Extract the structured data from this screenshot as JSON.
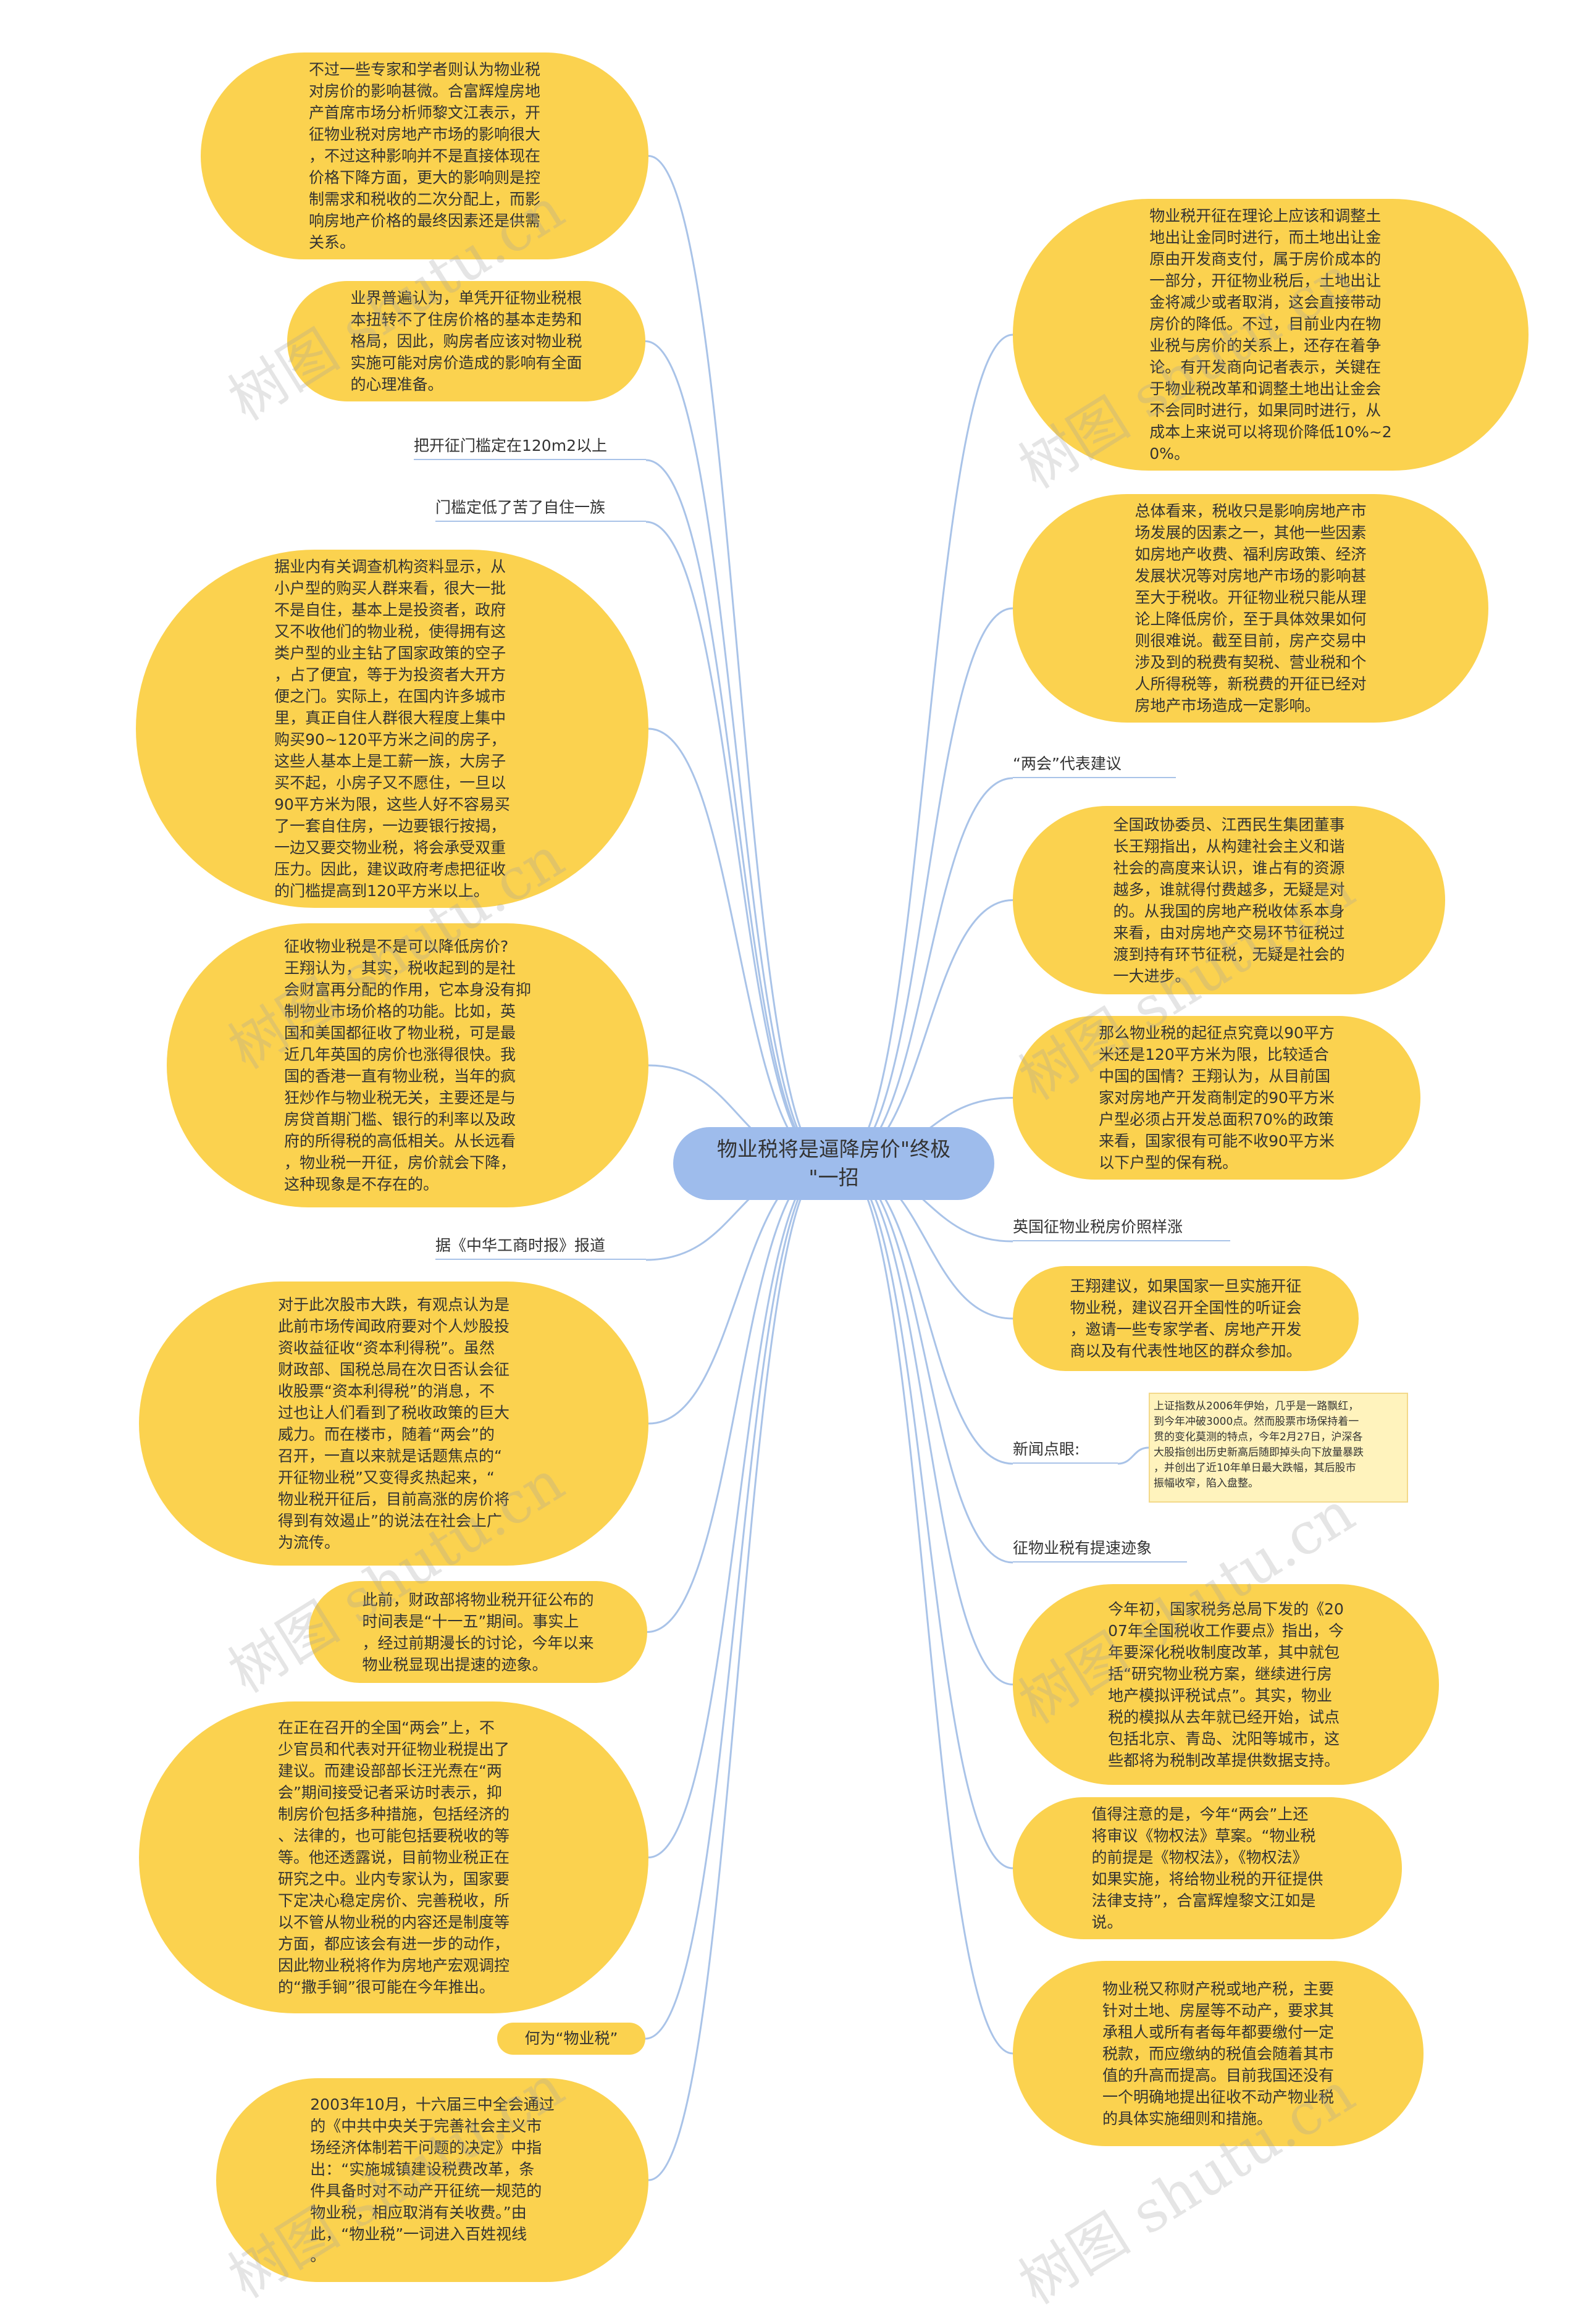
{
  "center": {
    "text": "物业税将是逼降房价\"终极\n\"一招"
  },
  "left": [
    {
      "id": "l1",
      "text": "不过一些专家和学者则认为物业税\n对房价的影响甚微。合富辉煌房地\n产首席市场分析师黎文江表示，开\n征物业税对房地产市场的影响很大\n，不过这种影响并不是直接体现在\n价格下降方面，更大的影响则是控\n制需求和税收的二次分配上，而影\n响房地产价格的最终因素还是供需\n关系。"
    },
    {
      "id": "l2",
      "text": "业界普遍认为，单凭开征物业税根\n本扭转不了住房价格的基本走势和\n格局，因此，购房者应该对物业税\n实施可能对房价造成的影响有全面\n的心理准备。"
    },
    {
      "id": "l3",
      "text": "把开征门槛定在120m2以上"
    },
    {
      "id": "l4",
      "text": "门槛定低了苦了自住一族"
    },
    {
      "id": "l5",
      "text": "据业内有关调查机构资料显示，从\n小户型的购买人群来看，很大一批\n不是自住，基本上是投资者，政府\n又不收他们的物业税，使得拥有这\n类户型的业主钻了国家政策的空子\n，占了便宜，等于为投资者大开方\n便之门。实际上，在国内许多城市\n里，真正自住人群很大程度上集中\n购买90~120平方米之间的房子，\n这些人基本上是工薪一族，大房子\n买不起，小房子又不愿住，一旦以\n90平方米为限，这些人好不容易买\n了一套自住房，一边要银行按揭，\n一边又要交物业税，将会承受双重\n压力。因此，建议政府考虑把征收\n的门槛提高到120平方米以上。"
    },
    {
      "id": "l6",
      "text": "征收物业税是不是可以降低房价?\n王翔认为，其实，税收起到的是社\n会财富再分配的作用，它本身没有抑\n制物业市场价格的功能。比如，英\n国和美国都征收了物业税，可是最\n近几年英国的房价也涨得很快。我\n国的香港一直有物业税，当年的疯\n狂炒作与物业税无关，主要还是与\n房贷首期门槛、银行的利率以及政\n府的所得税的高低相关。从长远看\n，物业税一开征，房价就会下降，\n这种现象是不存在的。"
    },
    {
      "id": "l7",
      "text": "据《中华工商时报》报道"
    },
    {
      "id": "l8",
      "text": "对于此次股市大跌，有观点认为是\n此前市场传闻政府要对个人炒股投\n资收益征收“资本利得税”。虽然\n财政部、国税总局在次日否认会征\n收股票“资本利得税”的消息，不\n过也让人们看到了税收政策的巨大\n威力。而在楼市，随着“两会”的\n召开，一直以来就是话题焦点的“\n开征物业税”又变得炙热起来，“\n物业税开征后，目前高涨的房价将\n得到有效遏止”的说法在社会上广\n为流传。"
    },
    {
      "id": "l9",
      "text": "此前，财政部将物业税开征公布的\n时间表是“十一五”期间。事实上\n，经过前期漫长的讨论，今年以来\n物业税显现出提速的迹象。"
    },
    {
      "id": "l10",
      "text": "在正在召开的全国“两会”上，不\n少官员和代表对开征物业税提出了\n建议。而建设部部长汪光焘在“两\n会”期间接受记者采访时表示，抑\n制房价包括多种措施，包括经济的\n、法律的，也可能包括要税收的等\n等。他还透露说，目前物业税正在\n研究之中。业内专家认为，国家要\n下定决心稳定房价、完善税收，所\n以不管从物业税的内容还是制度等\n方面，都应该会有进一步的动作，\n因此物业税将作为房地产宏观调控\n的“撒手锏”很可能在今年推出。"
    },
    {
      "id": "l11",
      "text": "何为“物业税”"
    },
    {
      "id": "l12",
      "text": "2003年10月，十六届三中全会通过\n的《中共中央关于完善社会主义市\n场经济体制若干问题的决定》中指\n出：“实施城镇建设税费改革，条\n件具备时对不动产开征统一规范的\n物业税，相应取消有关收费。”由\n此，“物业税”一词进入百姓视线\n。"
    }
  ],
  "right": [
    {
      "id": "r1",
      "text": "物业税开征在理论上应该和调整土\n地出让金同时进行，而土地出让金\n原由开发商支付，属于房价成本的\n一部分，开征物业税后，土地出让\n金将减少或者取消，这会直接带动\n房价的降低。不过，目前业内在物\n业税与房价的关系上，还存在着争\n论。有开发商向记者表示，关键在\n于物业税改革和调整土地出让金会\n不会同时进行，如果同时进行，从\n成本上来说可以将现价降低10%~2\n0%。"
    },
    {
      "id": "r2",
      "text": "总体看来，税收只是影响房地产市\n场发展的因素之一，其他一些因素\n如房地产收费、福利房政策、经济\n发展状况等对房地产市场的影响甚\n至大于税收。开征物业税只能从理\n论上降低房价，至于具体效果如何\n则很难说。截至目前，房产交易中\n涉及到的税费有契税、营业税和个\n人所得税等，新税费的开征已经对\n房地产市场造成一定影响。"
    },
    {
      "id": "r3",
      "text": "“两会”代表建议"
    },
    {
      "id": "r4",
      "text": "全国政协委员、江西民生集团董事\n长王翔指出，从构建社会主义和谐\n社会的高度来认识，谁占有的资源\n越多，谁就得付费越多，无疑是对\n的。从我国的房地产税收体系本身\n来看，由对房地产交易环节征税过\n渡到持有环节征税，无疑是社会的\n一大进步。"
    },
    {
      "id": "r5",
      "text": "那么物业税的起征点究竟以90平方\n米还是120平方米为限，比较适合\n中国的国情？王翔认为，从目前国\n家对房地产开发商制定的90平方米\n户型必须占开发总面积70%的政策\n来看，国家很有可能不收90平方米\n以下户型的保有税。"
    },
    {
      "id": "r6",
      "text": "英国征物业税房价照样涨"
    },
    {
      "id": "r7",
      "text": "王翔建议，如果国家一旦实施开征\n物业税，建议召开全国性的听证会\n，邀请一些专家学者、房地产开发\n商以及有代表性地区的群众参加。"
    },
    {
      "id": "r8",
      "text": "新闻点眼:"
    },
    {
      "id": "r9",
      "text": "上证指数从2006年伊始，几乎是一路飘红，\n到今年冲破3000点。然而股票市场保持着一\n贯的变化莫测的特点，今年2月27日，沪深各\n大股指创出历史新高后随即掉头向下放量暴跌\n，并创出了近10年单日最大跌幅，其后股市\n振幅收窄，陷入盘整。"
    },
    {
      "id": "r10",
      "text": "征物业税有提速迹象"
    },
    {
      "id": "r11",
      "text": "今年初，国家税务总局下发的《20\n07年全国税收工作要点》指出，今\n年要深化税收制度改革，其中就包\n括“研究物业税方案，继续进行房\n地产模拟评税试点”。其实，物业\n税的模拟从去年就已经开始，试点\n包括北京、青岛、沈阳等城市，这\n些都将为税制改革提供数据支持。"
    },
    {
      "id": "r12",
      "text": "值得注意的是，今年“两会”上还\n将审议《物权法》草案。“物业税\n的前提是《物权法》，《物权法》\n如果实施，将给物业税的开征提供\n法律支持”，合富辉煌黎文江如是\n说。"
    },
    {
      "id": "r13",
      "text": "物业税又称财产税或地产税，主要\n针对土地、房屋等不动产，要求其\n承租人或所有者每年都要缴付一定\n税款，而应缴纳的税值会随着其市\n值的升高而提高。目前我国还没有\n一个明确地提出征收不动产物业税\n的具体实施细则和措施。"
    }
  ],
  "watermark": "树图 shutu.cn",
  "colors": {
    "node": "#fbd24f",
    "center": "#9ebcec",
    "line": "#a9c3e8",
    "note": "#fff3bd"
  }
}
